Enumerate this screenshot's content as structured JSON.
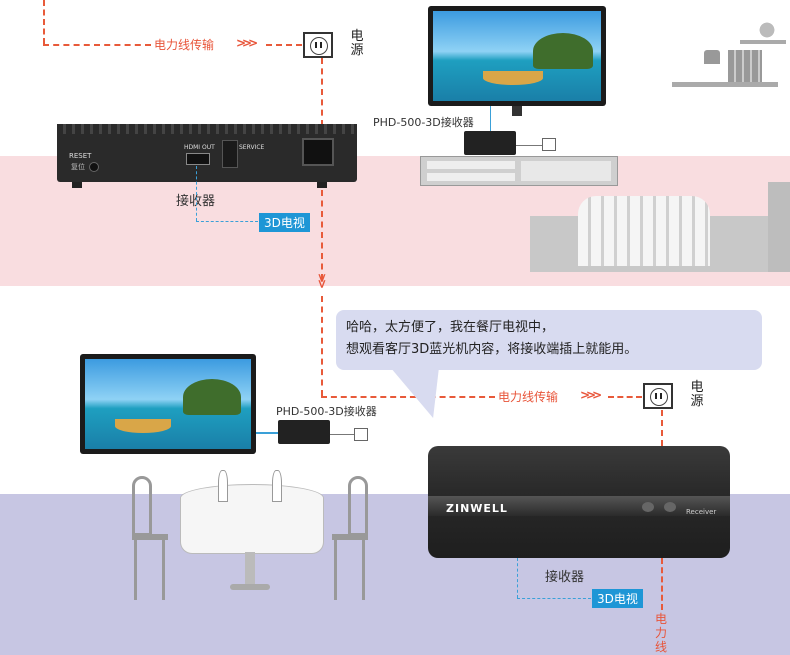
{
  "top_section": {
    "power_line_label": "电力线传输",
    "arrows": ">>>",
    "power_label_line1": "电",
    "power_label_line2": "源",
    "receiver_panel": {
      "reset_label": "RESET",
      "reset_sub": "复位",
      "hdmi_label": "HDMI OUT",
      "service_label": "SERVICE"
    },
    "receiver_label": "接收器",
    "tv_label": "3D电视",
    "device_label": "PHD-500-3D接收器"
  },
  "bubble": {
    "line1": "哈哈，太方便了，我在餐厅电视中，",
    "line2": "想观看客厅3D蓝光机内容，将接收端插上就能用。"
  },
  "bottom_section": {
    "device_label": "PHD-500-3D接收器",
    "power_line_label": "电力线传输",
    "arrows": ">>>",
    "power_label_line1": "电",
    "power_label_line2": "源",
    "brand": "ZINWELL",
    "receiver_text": "Receiver",
    "receiver_label": "接收器",
    "tv_label": "3D电视",
    "vertical_label_1": "电",
    "vertical_label_2": "力",
    "vertical_label_3": "线"
  },
  "colors": {
    "pink_band": "#f9dde0",
    "purple_band": "#c7c6e3",
    "accent_red": "#e85a3a",
    "accent_blue": "#1e96d6"
  }
}
